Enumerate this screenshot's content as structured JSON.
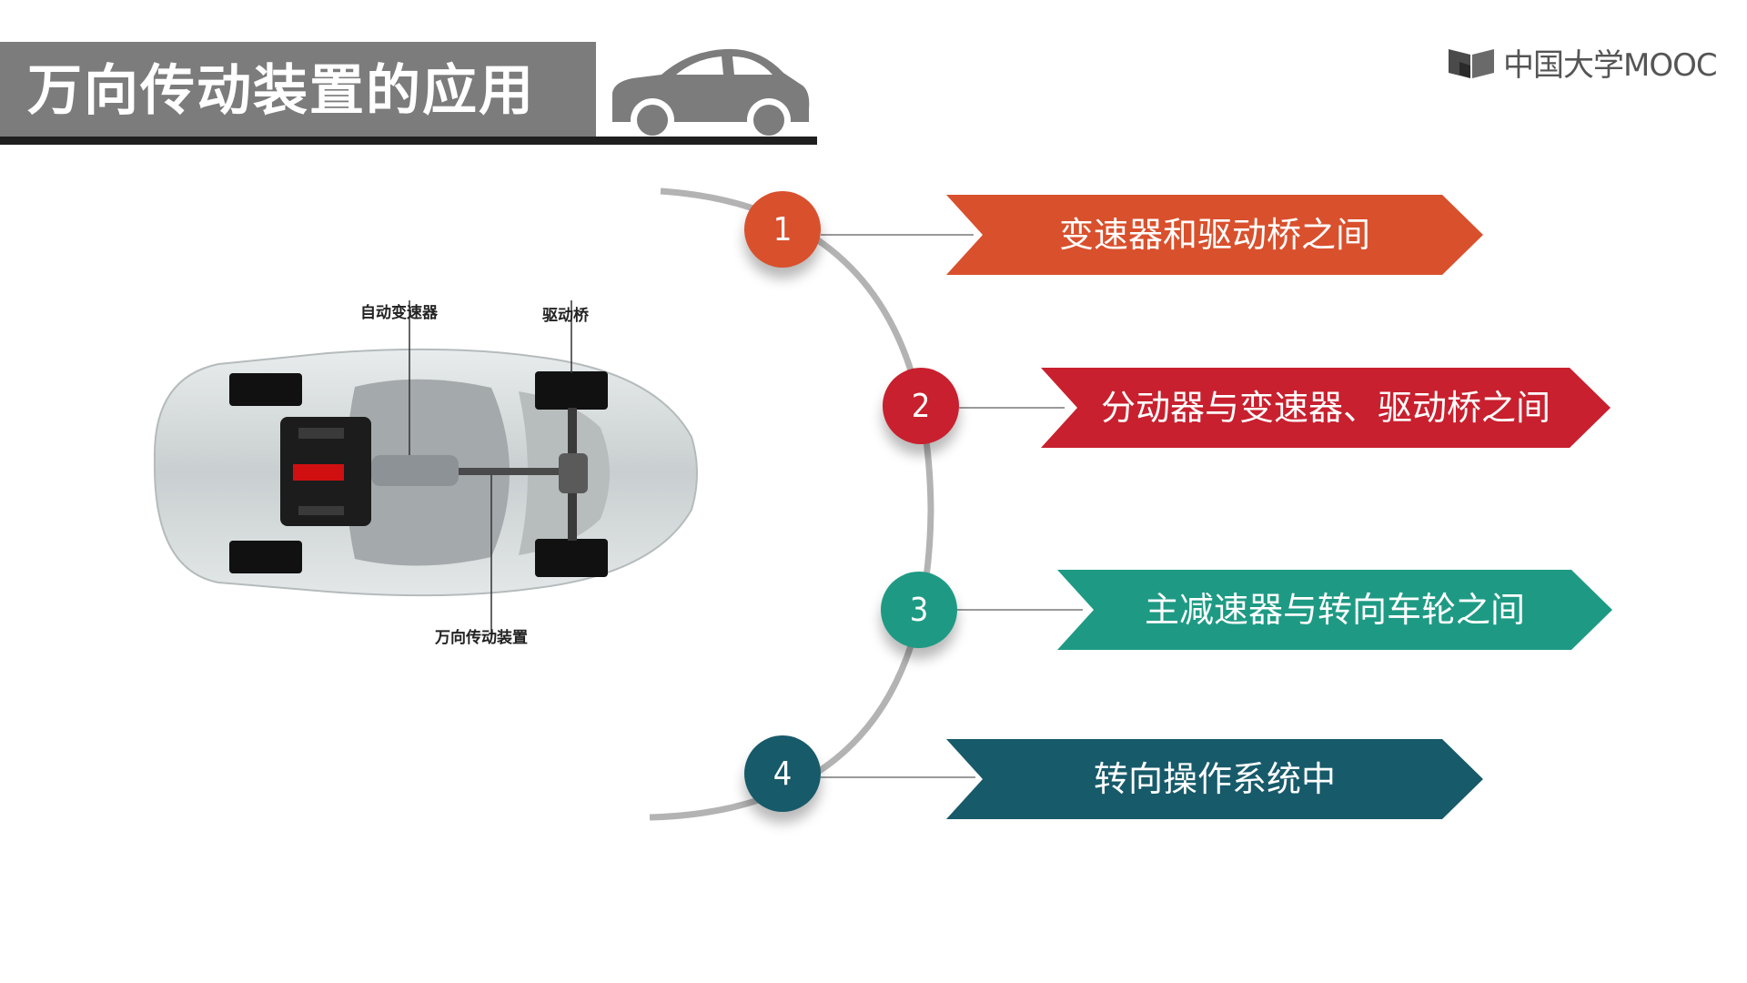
{
  "header": {
    "title": "万向传动装置的应用",
    "bar_color": "#7c7c7c",
    "icon": "car-icon"
  },
  "logo": {
    "text": "中国大学MOOC",
    "icon": "book-icon"
  },
  "figure": {
    "labels": {
      "transmission": "自动变速器",
      "drive_axle": "驱动桥",
      "universal_joint": "万向传动装置"
    }
  },
  "items": [
    {
      "number": "1",
      "label": "变速器和驱动桥之间",
      "color": "#d9502d"
    },
    {
      "number": "2",
      "label": "分动器与变速器、驱动桥之间",
      "color": "#c8202e"
    },
    {
      "number": "3",
      "label": "主减速器与转向车轮之间",
      "color": "#1e9a84"
    },
    {
      "number": "4",
      "label": "转向操作系统中",
      "color": "#175a6a"
    }
  ]
}
